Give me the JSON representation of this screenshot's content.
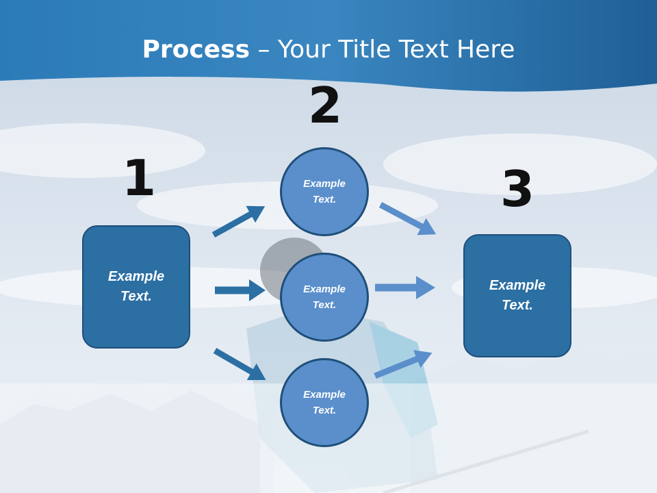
{
  "title": {
    "bold": "Process",
    "rest": " – Your Title Text Here"
  },
  "steps": [
    {
      "number": "1",
      "label_line1": "Example",
      "label_line2": "Text."
    },
    {
      "number": "2"
    },
    {
      "number": "3",
      "label_line1": "Example",
      "label_line2": "Text."
    }
  ],
  "circles": [
    {
      "line1": "Example",
      "line2": "Text."
    },
    {
      "line1": "Example",
      "line2": "Text."
    },
    {
      "line1": "Example",
      "line2": "Text."
    }
  ],
  "colors": {
    "header": "#2a6fa6",
    "box_fill": "#2b6fa3",
    "circle_fill": "#5b8fcb",
    "outline": "#1f4e79",
    "arrow_dark": "#2b6fa3",
    "arrow_light": "#5b8fcb"
  }
}
